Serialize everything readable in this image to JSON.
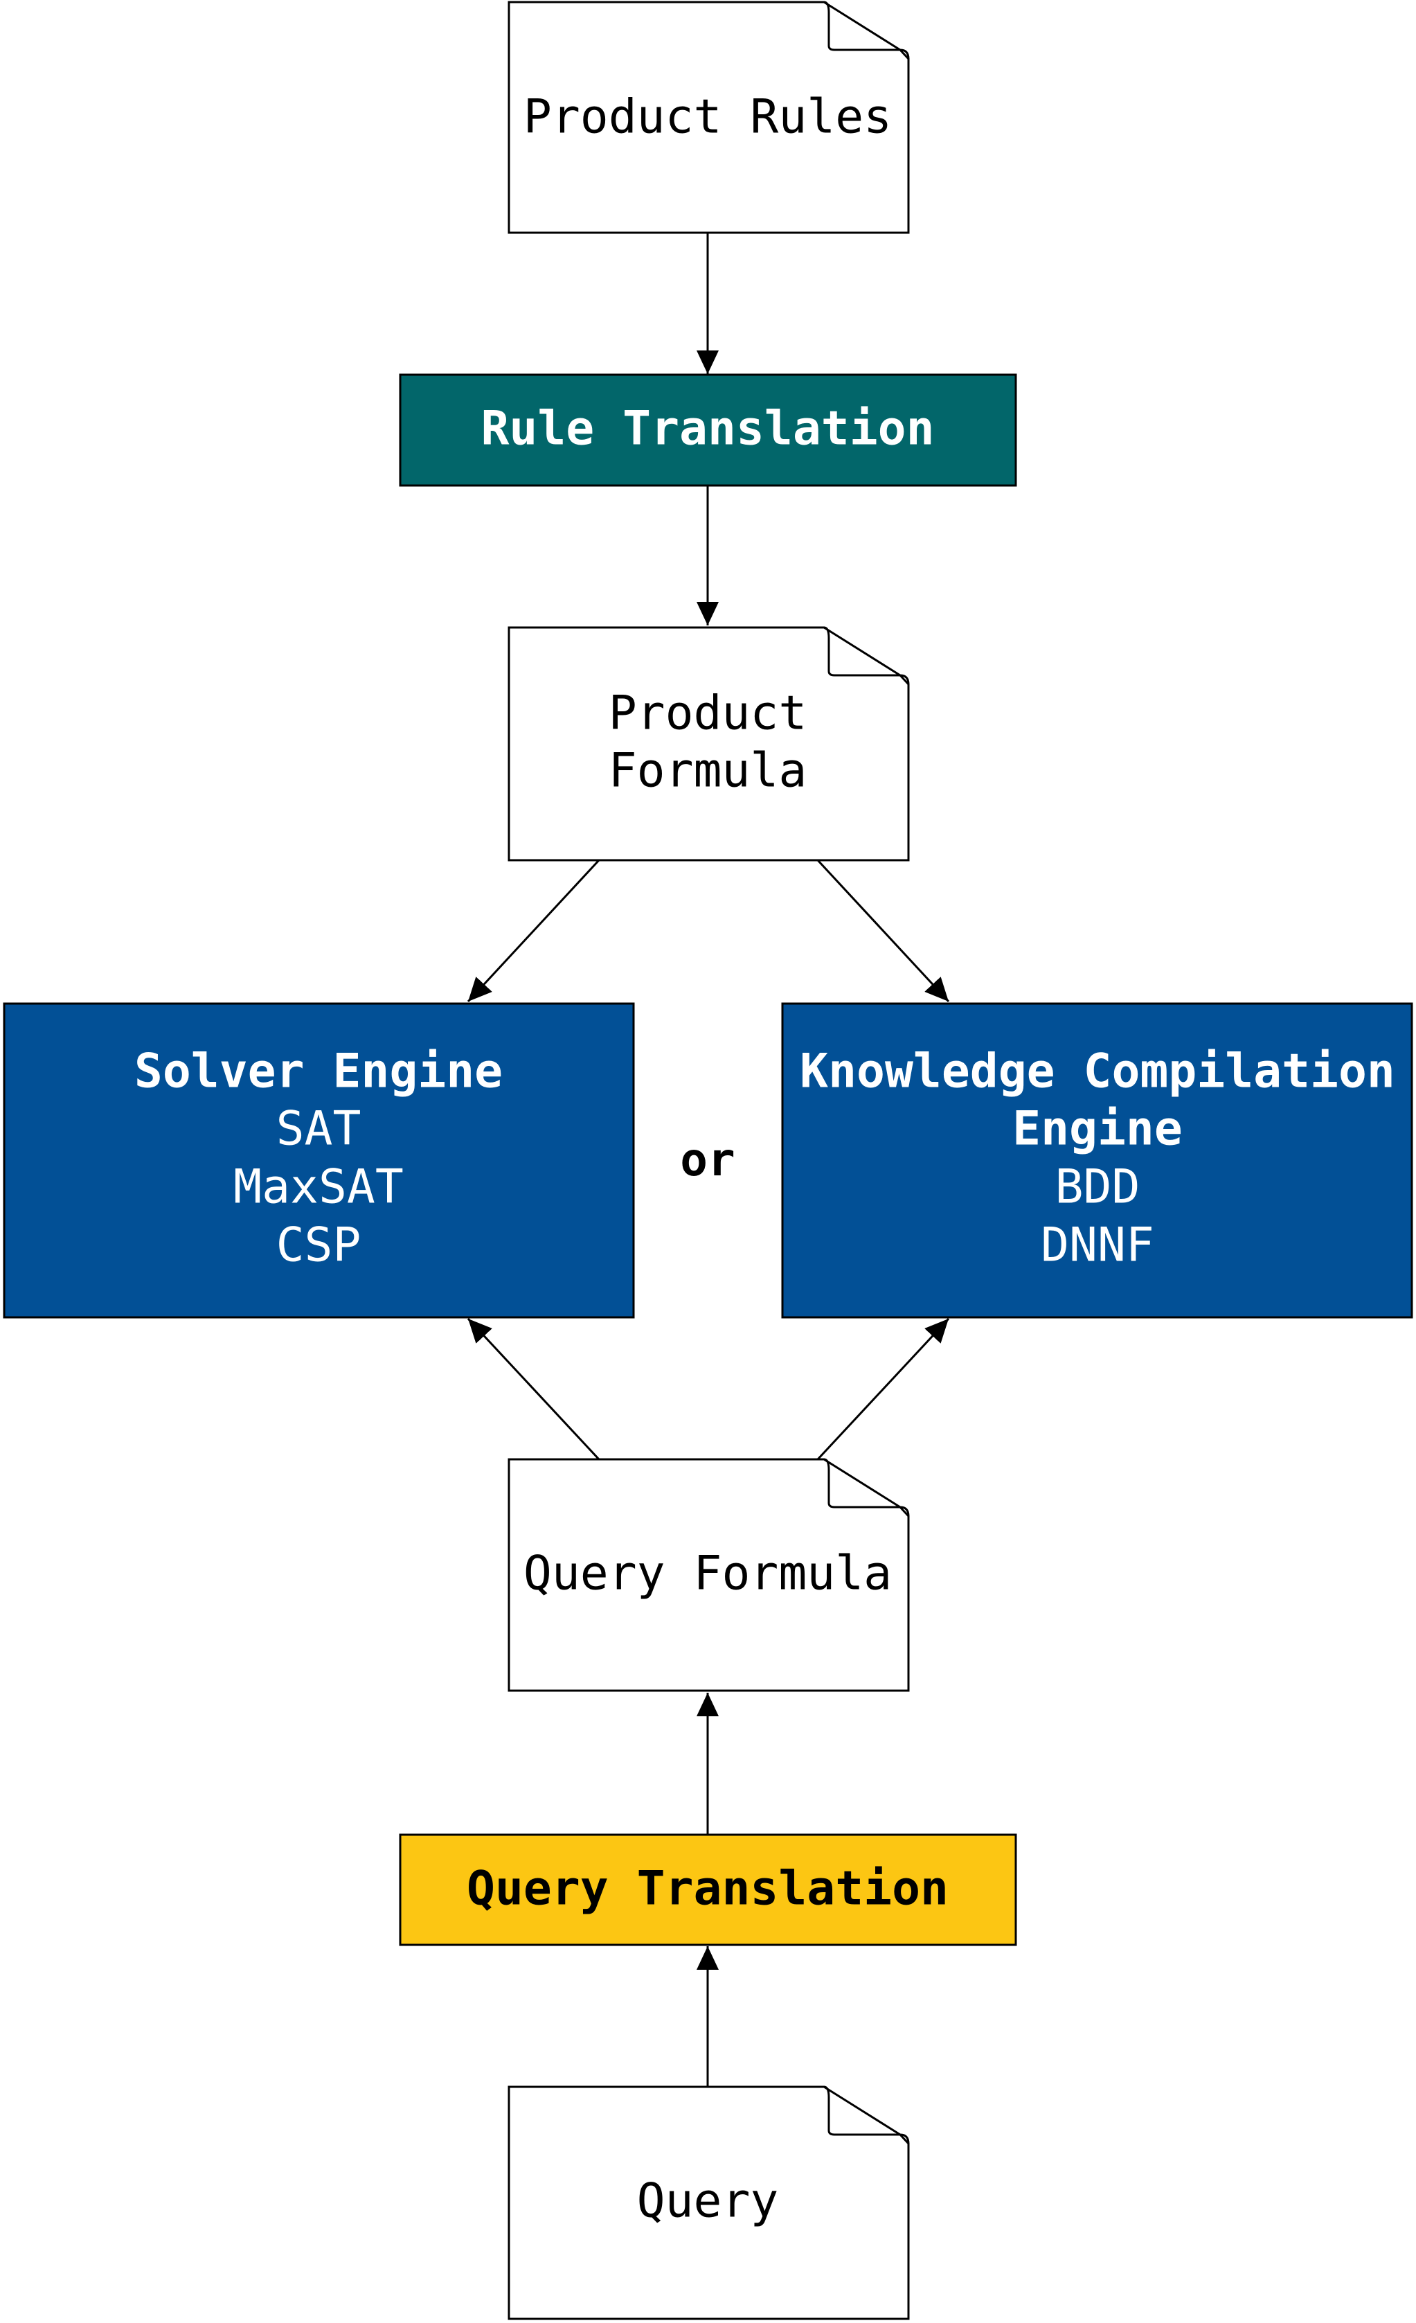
{
  "nodes": {
    "product_rules": {
      "label": "Product Rules"
    },
    "rule_translation": {
      "label": "Rule Translation"
    },
    "product_formula": {
      "line1": "Product",
      "line2": "Formula"
    },
    "solver_engine": {
      "title": "Solver Engine",
      "items": [
        "SAT",
        "MaxSAT",
        "CSP"
      ]
    },
    "or_label": "or",
    "knowledge_engine": {
      "title_line1": "Knowledge Compilation",
      "title_line2": "Engine",
      "items": [
        "BDD",
        "DNNF"
      ]
    },
    "query_formula": {
      "label": "Query Formula"
    },
    "query_translation": {
      "label": "Query Translation"
    },
    "query": {
      "label": "Query"
    }
  },
  "colors": {
    "rule_translation_fill": "#02666a",
    "engine_fill": "#025096",
    "query_translation_fill": "#fcc613",
    "stroke": "#000000"
  }
}
